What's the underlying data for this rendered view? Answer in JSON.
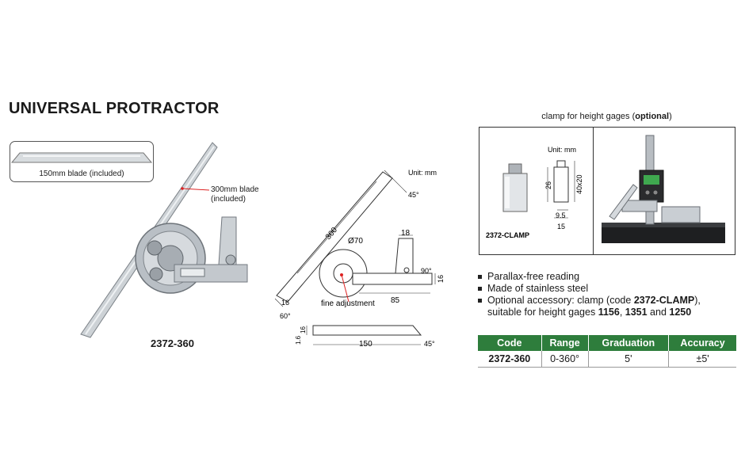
{
  "title": "UNIVERSAL PROTRACTOR",
  "photo": {
    "blade150_label": "150mm blade (included)",
    "blade300_label": [
      "300mm blade",
      "(included)"
    ],
    "model": "2372-360"
  },
  "drawing": {
    "unit": "Unit: mm",
    "dims": {
      "blade_length": "300",
      "dial_diameter": "Ø70",
      "arm_width": "18",
      "base_length": "85",
      "base_height": "16",
      "blade_width": "16",
      "angle_bottom": "60°",
      "angle_right": "90°",
      "angle_top": "45°",
      "short_blade": "150",
      "short_blade_height": "16",
      "short_blade_thickness": "1.6",
      "short_blade_angle": "45°"
    },
    "fine_adjustment": "fine adjustment"
  },
  "clamp": {
    "caption_prefix": "clamp for height gages (",
    "caption_bold": "optional",
    "caption_suffix": ")",
    "unit": "Unit: mm",
    "dims": {
      "height": "26",
      "width_total": "40x20",
      "w1": "9.5",
      "w2": "15"
    },
    "label": "2372-CLAMP"
  },
  "features": {
    "f1": "Parallax-free reading",
    "f2": "Made of stainless steel",
    "f3_a": "Optional accessory: clamp (code ",
    "f3_b": "2372-CLAMP",
    "f3_c": "),",
    "f4_a": "suitable for height gages ",
    "f4_b": "1156",
    "f4_c": ", ",
    "f4_d": "1351",
    "f4_e": " and ",
    "f4_f": "1250"
  },
  "spec_table": {
    "headers": [
      "Code",
      "Range",
      "Graduation",
      "Accuracy"
    ],
    "rows": [
      [
        "2372-360",
        "0-360°",
        "5'",
        "±5'"
      ]
    ]
  },
  "colors": {
    "table_header": "#2e7d3c",
    "steel": "#c9ced3",
    "display_green": "#3fa84f"
  }
}
